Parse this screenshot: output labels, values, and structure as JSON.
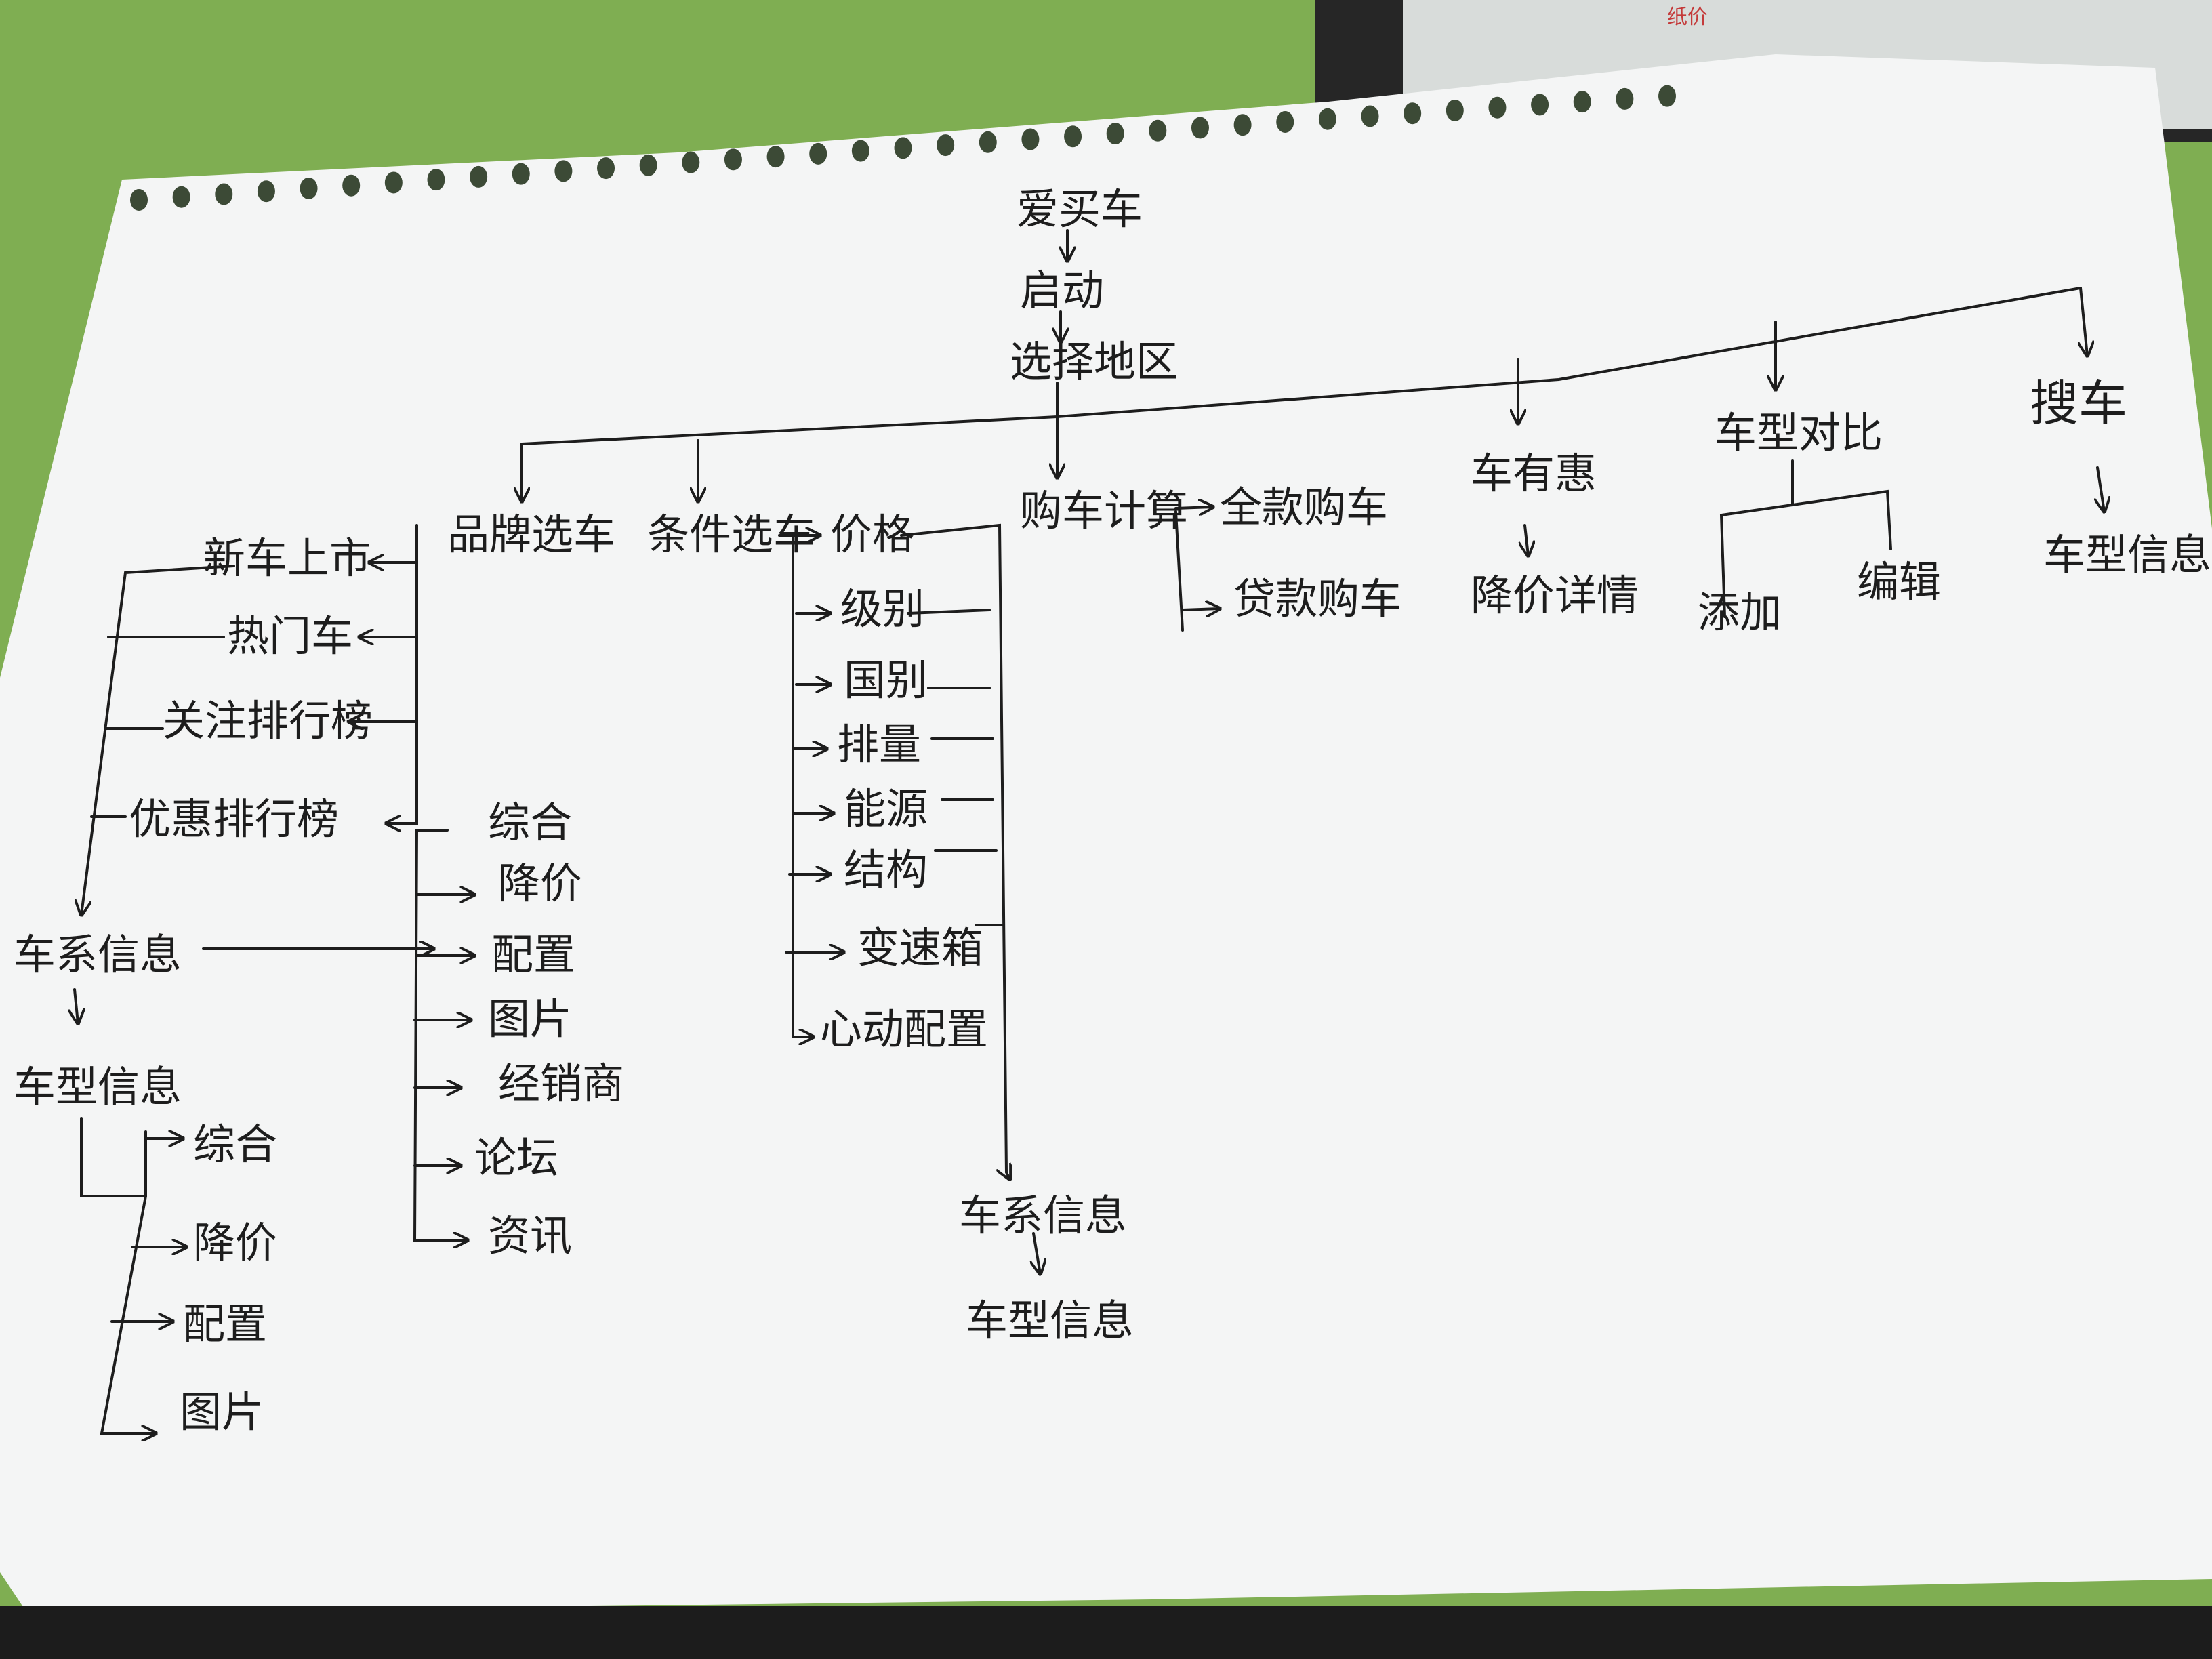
{
  "monitor": {
    "corner_text": "纸价"
  },
  "flow": {
    "app": "爱买车",
    "launch": "启动",
    "select_region": "选择地区"
  },
  "branches": {
    "brand": {
      "label": "品牌选车",
      "children": [
        "新车上市",
        "热门车",
        "关注排行榜",
        "优惠排行榜"
      ]
    },
    "series_info": {
      "label": "车系信息",
      "children": [
        "综合",
        "降价",
        "配置",
        "图片",
        "经销商",
        "论坛",
        "资讯"
      ]
    },
    "model_info_left": {
      "label": "车型信息",
      "children": [
        "综合",
        "降价",
        "配置",
        "图片"
      ]
    },
    "condition": {
      "label": "条件选车",
      "children": [
        "价格",
        "级别",
        "国别",
        "排量",
        "能源",
        "结构",
        "变速箱",
        "心动配置"
      ],
      "series_label": "车系信息",
      "model_label": "车型信息"
    },
    "calculator": {
      "label": "购车计算",
      "children": [
        "全款购车",
        "贷款购车"
      ]
    },
    "deals": {
      "label": "车有惠",
      "child": "降价详情"
    },
    "compare": {
      "label": "车型对比",
      "children": [
        "添加",
        "编辑"
      ]
    },
    "search": {
      "label": "搜车",
      "child": "车型信息"
    }
  },
  "colors": {
    "wall": "#7fae52",
    "paper": "#f4f5f5",
    "ink": "#1d1d1d"
  }
}
